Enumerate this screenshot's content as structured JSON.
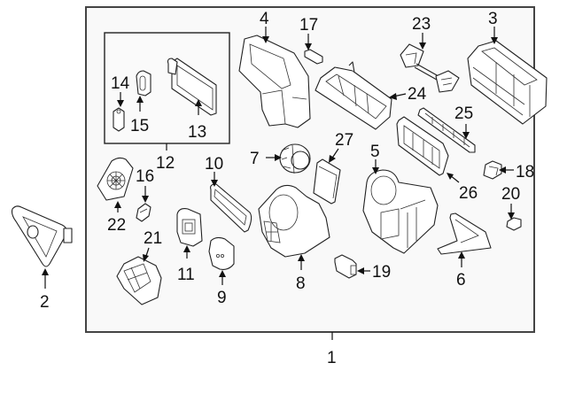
{
  "diagram": {
    "title": "HVAC Heater / A/C Case Assembly Parts Diagram",
    "frame_fill": "#f9f9f9",
    "frame_stroke": "#444444",
    "callouts": [
      {
        "id": "1",
        "name": "heater-ac-case-assembly"
      },
      {
        "id": "2",
        "name": "duct"
      },
      {
        "id": "3",
        "name": "upper-case"
      },
      {
        "id": "4",
        "name": "intake-case"
      },
      {
        "id": "5",
        "name": "heater-case"
      },
      {
        "id": "6",
        "name": "rear-duct"
      },
      {
        "id": "7",
        "name": "blower-motor"
      },
      {
        "id": "8",
        "name": "blower-case"
      },
      {
        "id": "9",
        "name": "seal"
      },
      {
        "id": "10",
        "name": "gasket"
      },
      {
        "id": "11",
        "name": "seal-11"
      },
      {
        "id": "12",
        "name": "evaporator-kit"
      },
      {
        "id": "13",
        "name": "evaporator-core"
      },
      {
        "id": "14",
        "name": "expansion-valve"
      },
      {
        "id": "15",
        "name": "o-ring-seal"
      },
      {
        "id": "16",
        "name": "sensor"
      },
      {
        "id": "17",
        "name": "temperature-sensor"
      },
      {
        "id": "18",
        "name": "actuator"
      },
      {
        "id": "19",
        "name": "resistor"
      },
      {
        "id": "20",
        "name": "clip"
      },
      {
        "id": "21",
        "name": "mode-actuator"
      },
      {
        "id": "22",
        "name": "blower-grille"
      },
      {
        "id": "23",
        "name": "door-link"
      },
      {
        "id": "24",
        "name": "filter-housing"
      },
      {
        "id": "25",
        "name": "vent-door"
      },
      {
        "id": "26",
        "name": "blend-door"
      },
      {
        "id": "27",
        "name": "cabin-air-filter"
      }
    ]
  }
}
